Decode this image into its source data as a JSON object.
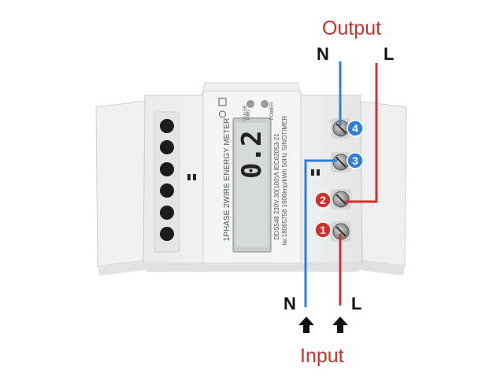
{
  "labels": {
    "output": "Output",
    "input": "Input",
    "output_n": "N",
    "output_l": "L",
    "input_n": "N",
    "input_l": "L"
  },
  "terminals": [
    {
      "number": "4",
      "color": "#2f7fd8"
    },
    {
      "number": "3",
      "color": "#2f7fd8"
    },
    {
      "number": "2",
      "color": "#d62f2a"
    },
    {
      "number": "1",
      "color": "#d62f2a"
    }
  ],
  "meter": {
    "reading": "0.2",
    "title_line": "1PHASE 2WIRE ENERGY METER",
    "spec_line_1": "DDS548  230V  30(100)A   IEC62053-21",
    "spec_line_2": "№:18065758   1600imp/kWh   50Hz   SINOTIMER",
    "pulse_label": "PULSE",
    "kwh_label": "kWh",
    "power_label": "POWER"
  },
  "colors": {
    "neutral_wire": "#2f7fd8",
    "live_wire": "#d62f2a",
    "title_red": "#c8302c"
  }
}
